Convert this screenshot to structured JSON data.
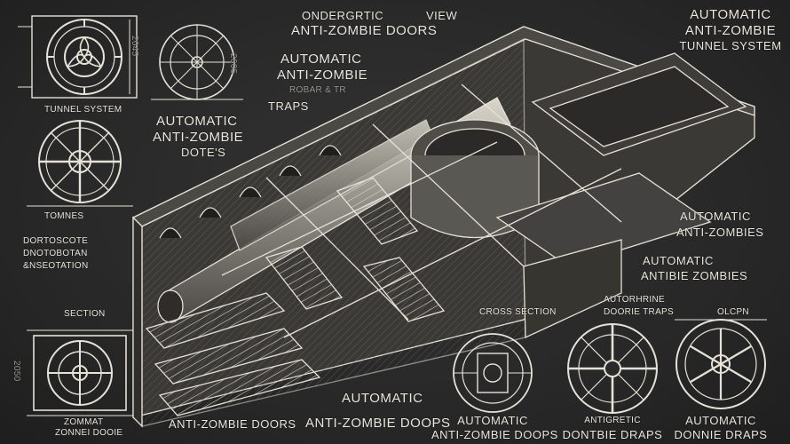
{
  "labels": {
    "header_top": "ONDERGRTIC",
    "header_view": "VIEW",
    "header_doors": "ANTI-ZOMBIE DOORS",
    "mid_automatic": "AUTOMATIC",
    "mid_antizombie": "ANTI-ZOMBIE",
    "mid_sub": "ROBAR & TR",
    "traps": "TRAPS",
    "tr_automatic": "AUTOMATIC",
    "tr_antizombie": "ANTI-ZOMBIE",
    "tr_tunnel": "TUNNEL SYSTEM",
    "tunnel_system": "TUNNEL SYSTEM",
    "left_automatic": "AUTOMATIC",
    "left_antizombie": "ANTI-ZOMBIE",
    "left_dotes": "DOTE'S",
    "tomnes": "TOMNES",
    "left_note1": "DORTOSCOTE",
    "left_note2": "DNOTOBOTAN",
    "left_note3": "&NSEOTATION",
    "right_automatic": "AUTOMATIC",
    "right_antizombies": "ANTI-ZOMBIES",
    "right2_automatic": "AUTOMATIC",
    "right2_zombies": "ANTIBIE ZOMBIES",
    "autorhine": "AUTORHRINE",
    "doorie_traps": "DOORIE TRAPS",
    "crosssection": "CROSS SECTION",
    "section": "SECTION",
    "opcpn": "OLCPN",
    "bottom_left1": "ZOMMAT",
    "bottom_left2": "ZONNEI DOOIE",
    "bottom_doors": "ANTI-ZOMBIE DOORS",
    "bottom_automatic": "AUTOMATIC",
    "bottom_doops": "ANTI-ZOMBIE DOOPS",
    "bot_c1_a": "AUTOMATIC",
    "bot_c1_b": "ANTI-ZOMBIE DOOPS",
    "bot_c2_a": "ANTIGRETIC",
    "bot_c2_b": "DONTBIE DRAPS",
    "bot_c3_a": "AUTOMATIC",
    "bot_c3_b": "DONNIE DRAPS",
    "dim_left": "2045",
    "dim_circle": "2605",
    "dim_bottom": "2050"
  },
  "colors": {
    "ink": "#e6e2d8",
    "ink_dim": "#9d9a92",
    "paper": "#2a2a2a",
    "shade": "#5c5a55"
  },
  "icons": [
    "biohazard-icon",
    "vault-door-icon",
    "wheel-door-icon",
    "fan-door-icon",
    "cross-door-icon"
  ]
}
